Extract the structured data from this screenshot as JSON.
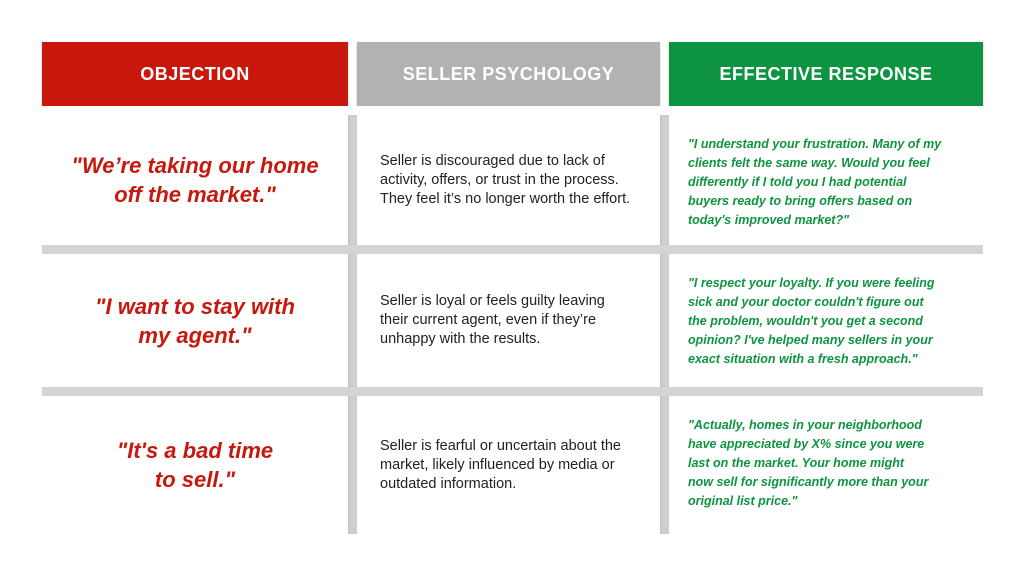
{
  "headers": {
    "objection": "OBJECTION",
    "psychology": "SELLER PSYCHOLOGY",
    "response": "EFFECTIVE RESPONSE"
  },
  "colors": {
    "objection_red": "#c8180e",
    "psychology_gray": "#b2b2b2",
    "response_green": "#0e9440"
  },
  "rows": [
    {
      "objection": "\"We’re taking our home\noff the market.\"",
      "psychology": "Seller is discouraged due to lack of\nactivity, offers, or trust in the process.\nThey feel it’s no longer worth the effort.",
      "response": "\"I understand your frustration. Many of my\nclients felt the same way. Would you feel\ndifferently if I told you I had potential\nbuyers ready to bring offers based on\ntoday's improved market?\""
    },
    {
      "objection": "\"I want to stay with\nmy agent.\"",
      "psychology": "Seller is loyal or feels guilty leaving\ntheir current agent, even if they’re\nunhappy with the results.",
      "response": "\"I respect your loyalty. If you were feeling\nsick and your doctor couldn't figure out\nthe problem, wouldn't you get a second\nopinion? I've helped many sellers in your\nexact situation with a fresh approach.\""
    },
    {
      "objection": "\"It's a bad time\nto sell.\"",
      "psychology": "Seller is fearful or uncertain about the\nmarket, likely influenced by media or\noutdated information.",
      "response": "\"Actually, homes in your neighborhood\nhave appreciated by X% since you were\nlast on the market. Your home might\nnow sell for significantly more than your\noriginal list price.\""
    }
  ]
}
